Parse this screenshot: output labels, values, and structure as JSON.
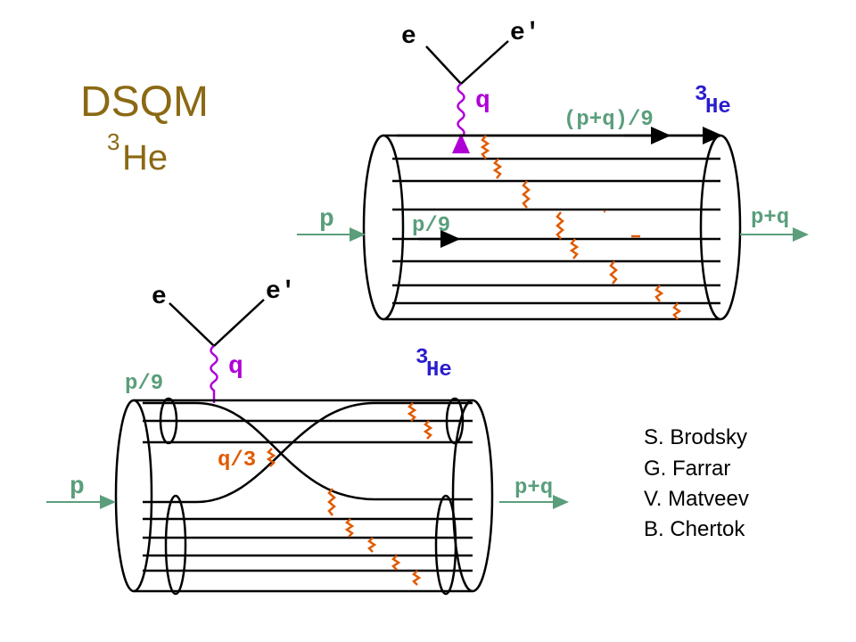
{
  "title": {
    "main": "DSQM",
    "sup": "3",
    "sub": "He"
  },
  "colors": {
    "title": "#8B6914",
    "label_green": "#5a9e7b",
    "photon": "#b000d8",
    "gluon": "#e05a00",
    "he_blue": "#2a1dcc",
    "line": "#000000"
  },
  "top": {
    "electron_in": "e",
    "electron_out": "e′",
    "photon": "q",
    "quark_out": "(p+q)/9",
    "he_sup": "3",
    "he_label": "He",
    "p_in": "p",
    "quark_in": "p/9",
    "p_out": "p+q"
  },
  "bottom": {
    "electron_in": "e",
    "electron_out": "e′",
    "photon": "q",
    "quark_in": "p/9",
    "he_sup": "3",
    "he_label": "He",
    "gluon_label": "q/3",
    "p_in": "p",
    "p_out": "p+q"
  },
  "credits": [
    "S. Brodsky",
    "G. Farrar",
    "V. Matveev",
    "B. Chertok"
  ]
}
